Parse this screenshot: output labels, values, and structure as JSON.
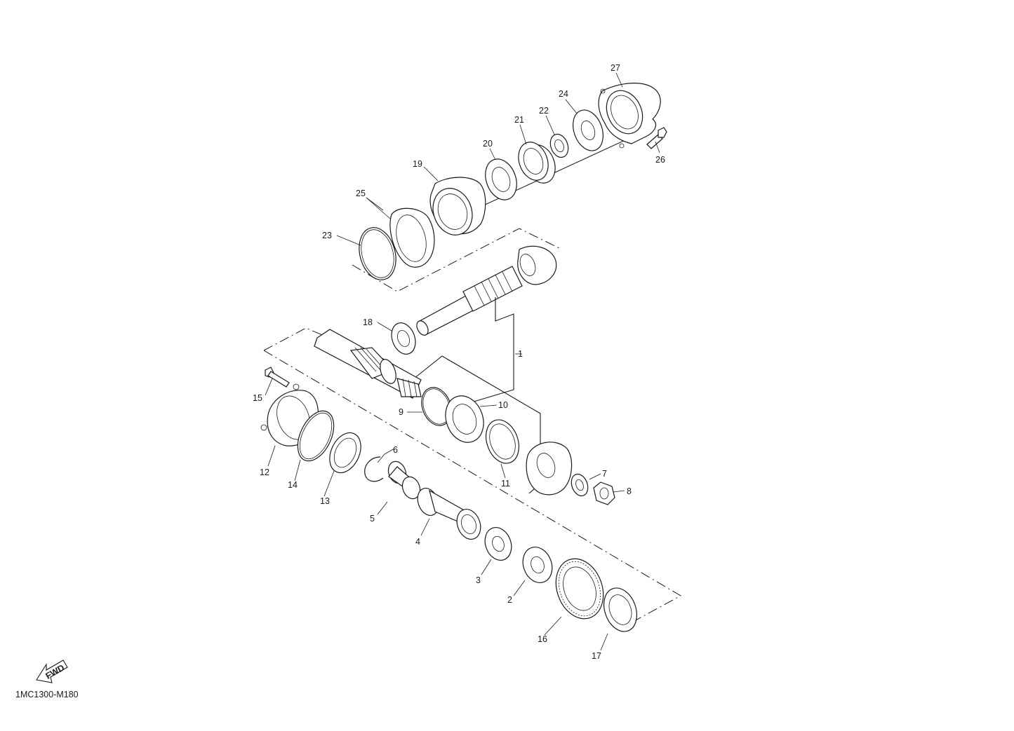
{
  "diagram_code": "1MC1300-M180",
  "fwd_label": "FWD",
  "callouts": [
    {
      "id": "c27",
      "text": "27"
    },
    {
      "id": "c24",
      "text": "24"
    },
    {
      "id": "c22",
      "text": "22"
    },
    {
      "id": "c21",
      "text": "21"
    },
    {
      "id": "c20",
      "text": "20"
    },
    {
      "id": "c19",
      "text": "19"
    },
    {
      "id": "c26",
      "text": "26"
    },
    {
      "id": "c25",
      "text": "25"
    },
    {
      "id": "c23",
      "text": "23"
    },
    {
      "id": "c18",
      "text": "18"
    },
    {
      "id": "c1",
      "text": "1"
    },
    {
      "id": "c15",
      "text": "15"
    },
    {
      "id": "c9",
      "text": "9"
    },
    {
      "id": "c10",
      "text": "10"
    },
    {
      "id": "c6",
      "text": "6"
    },
    {
      "id": "c12",
      "text": "12"
    },
    {
      "id": "c14",
      "text": "14"
    },
    {
      "id": "c13",
      "text": "13"
    },
    {
      "id": "c11",
      "text": "11"
    },
    {
      "id": "c7",
      "text": "7"
    },
    {
      "id": "c8",
      "text": "8"
    },
    {
      "id": "c5",
      "text": "5"
    },
    {
      "id": "c4",
      "text": "4"
    },
    {
      "id": "c3",
      "text": "3"
    },
    {
      "id": "c2",
      "text": "2"
    },
    {
      "id": "c16",
      "text": "16"
    },
    {
      "id": "c17",
      "text": "17"
    }
  ]
}
